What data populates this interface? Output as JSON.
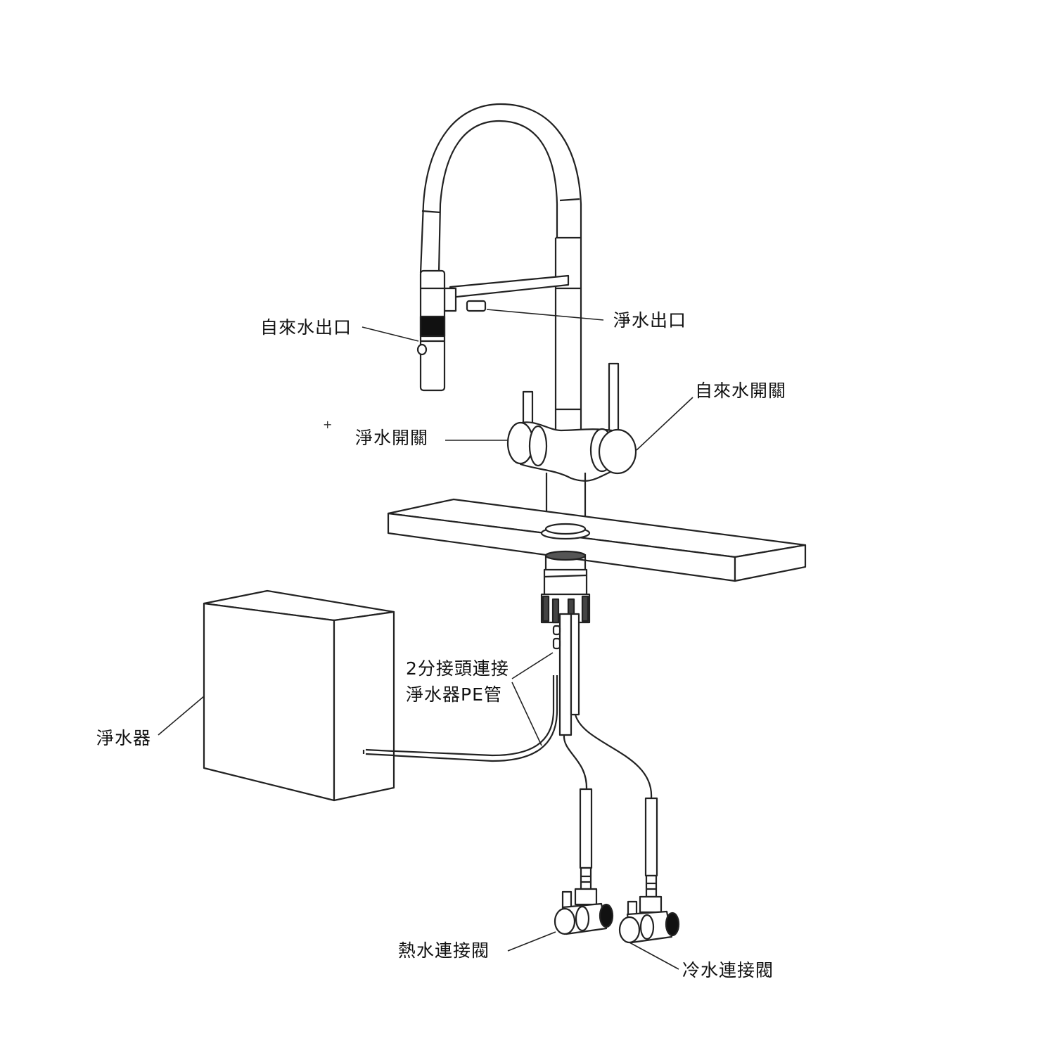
{
  "labels": {
    "tap_water_outlet": "自來水出口",
    "purified_water_outlet": "淨水出口",
    "tap_water_switch": "自來水開關",
    "purified_water_switch": "淨水開關",
    "connector_line1": "2分接頭連接",
    "connector_line2": "淨水器PE管",
    "water_purifier": "淨水器",
    "hot_water_valve": "熱水連接閥",
    "cold_water_valve": "冷水連接閥"
  },
  "marks": {
    "plus": "+"
  },
  "colors": {
    "line": "#222222",
    "background": "#ffffff"
  }
}
